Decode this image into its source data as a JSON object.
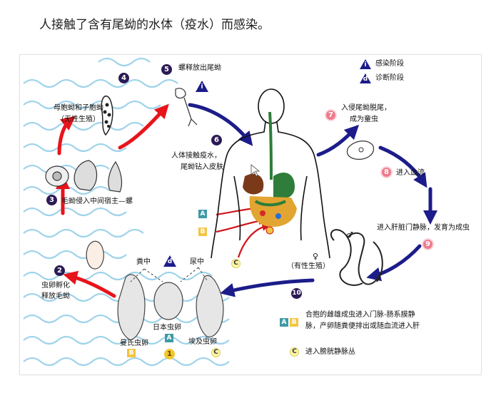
{
  "caption": "人接触了含有尾蚴的水体（疫水）而感染。",
  "legend": {
    "infective": {
      "symbol": "i",
      "label": "感染阶段"
    },
    "diagnostic": {
      "symbol": "d",
      "label": "诊断阶段"
    }
  },
  "steps": {
    "s1": "1",
    "s2": "2",
    "s3": "3",
    "s4": "4",
    "s5": "5",
    "s6": "6",
    "s7": "7",
    "s8": "8",
    "s9": "9",
    "s10": "10"
  },
  "labels": {
    "sporocysts": "母胞蚴和子胞蚴",
    "asexual": "（无性生殖）",
    "cercariae_released": "螺释放出尾蚴",
    "human_contact_1": "人体接触疫水，",
    "human_contact_2": "尾蚴钻入皮肤",
    "schistosomula_1": "入侵尾蚴脱尾，",
    "schistosomula_2": "成为童虫",
    "enter_blood": "进入血流",
    "portal_vein": "进入肝脏门静脉，发育为成虫",
    "sexual": "（有性生殖）",
    "miracidia_snail": "毛蚴侵入中间宿主—螺",
    "hatch_1": "虫卵孵化",
    "hatch_2": "释放毛蚴",
    "in_feces": "粪中",
    "in_urine": "尿中",
    "egg_japonicum": "日本虫卵",
    "egg_mansoni": "曼氏虫卵",
    "egg_haematobium": "埃及虫卵",
    "paired_1": "合抱的雌雄成虫进入门脉-肠系膜静",
    "paired_2": "脉，产卵随粪便排出或随血流进入肝",
    "bladder": "进入膀胱静脉丛"
  },
  "species_tags": {
    "A": "A",
    "B": "B",
    "C": "C"
  },
  "colors": {
    "red_arrow": "#e8141c",
    "blue_arrow": "#1c1c8a",
    "water": "#9fd3ea",
    "badge_dark": "#2a1a55",
    "badge_pink": "#ee7a8c",
    "tag_A": "#3f9aa6",
    "tag_B": "#f4c542",
    "tag_C": "#fff6a8"
  }
}
